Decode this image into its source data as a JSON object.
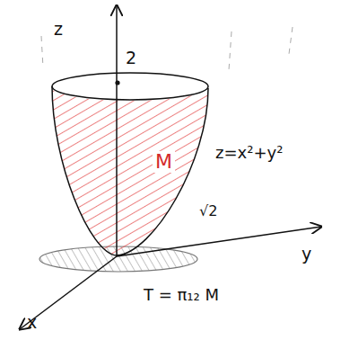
{
  "diagram": {
    "labels": [
      "z",
      "2",
      "M",
      "z=x²+y²",
      "√2",
      "y",
      "x",
      "T = π₁₂ M"
    ]
  }
}
